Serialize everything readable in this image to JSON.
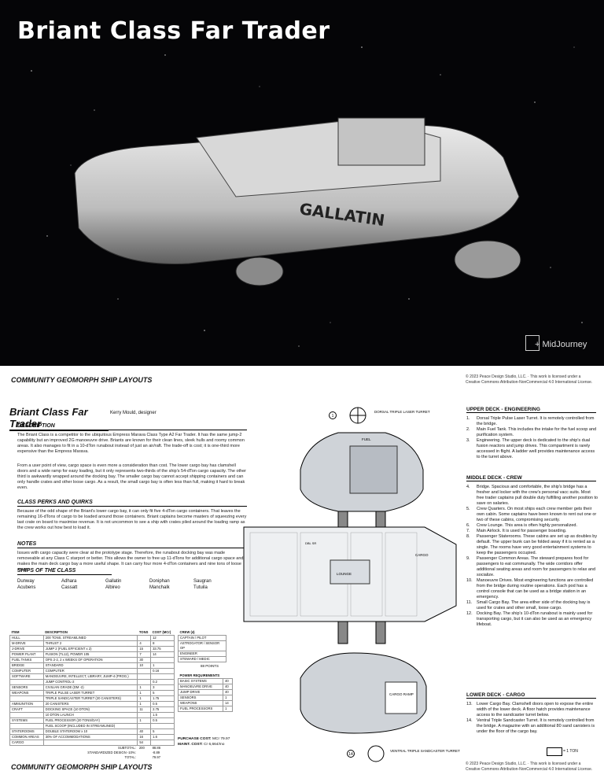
{
  "hero": {
    "title": "Briant Class Far Trader",
    "credit": "+ MidJourney",
    "hull_name": "GALLATIN"
  },
  "footer": {
    "label": "COMMUNITY GEOMORPH SHIP LAYOUTS",
    "copyright_1": "© 2023 Peace Design Studio, LLC. · This work is licensed under a",
    "copyright_2": "Creative Commons Attribution-NonCommercial 4.0 International License."
  },
  "doc": {
    "title": "Briant Class Far Trader",
    "designer": "Kerry Mould, designer",
    "description_h": "DESCRIPTION",
    "description_1": "The Briant Class is a competitor to the ubiquitous Empress Marava Class Type A2 Far Trader. It has the same jump-2 capability but an improved 2G manoeuvre drive. Briants are known for their clean lines, sleek hulls and roomy common areas. It also manages to fit in a 10-dTon runabout instead of just an air/raft. The trade-off is cost; it is one-third more expensive than the Empress Marava.",
    "description_2": "From a user point of view, cargo space is even more a consideration than cost. The lower cargo bay has clamshell doors and a wide ramp for easy loading, but it only represents two-thirds of the ship's 54-dTon cargo capacity. The other third is awkwardly wrapped around the docking bay. The smaller cargo bay cannot accept shipping containers and can only handle crates and other loose cargo. As a result, the small cargo bay is often less than full, making it hard to break even.",
    "perks_h": "CLASS PERKS AND QUIRKS",
    "perks": "Because of the odd shape of the Briant's lower cargo bay, it can only fit five 4-dTon cargo containers. That leaves the remaining 16-dTons of cargo to be loaded around those containers. Briant captains become masters of squeezing every last crate on board to maximise revenue. It is not uncommon to see a ship with crates piled around the loading ramp as the crew works out how best to load it.",
    "notes_h": "NOTES",
    "notes": "Issues with cargo capacity were clear at the prototype stage. Therefore, the runabout docking bay was made removeable at any Class C starport or better. This allows the owner to free up 11-dTons for additional cargo space and makes the main deck cargo bay a more useful shape. It can carry four more 4-dTon containers and nine tons of loose cargo.",
    "ships_h": "SHIPS OF THE CLASS",
    "ships": [
      "Dunway",
      "Adhara",
      "Gallatin",
      "Doniphan",
      "Saugran",
      "Acubens",
      "Cassatt",
      "Albireo",
      "Manchalk",
      "Tutuila"
    ]
  },
  "spec": {
    "headers": [
      "ITEM",
      "DESCRIPTION",
      "TONS",
      "COST (MCr)"
    ],
    "rows": [
      [
        "HULL",
        "200 TONS, STREAMLINED",
        "",
        "12"
      ],
      [
        "M-DRIVE",
        "THRUST 2",
        "4",
        "8"
      ],
      [
        "J-DRIVE",
        "JUMP 2 (FUEL EFFICIENT x 2)",
        "15",
        "33.75"
      ],
      [
        "POWER PLANT",
        "FUSION (TL12), POWER 105",
        "7",
        "14"
      ],
      [
        "FUEL TANKS",
        "OPS 2-2, 2 x WEEKS OF OPERATION",
        "30",
        ""
      ],
      [
        "BRIDGE",
        "STANDARD",
        "10",
        "1"
      ],
      [
        "COMPUTER",
        "COMPUTER",
        "",
        "0.16"
      ],
      [
        "SOFTWARE",
        "MANOEUVRE, INTELLECT, LIBRARY, JUMP-4 (PROG.)",
        "",
        ""
      ],
      [
        "",
        "JUMP CONTROL-2",
        "",
        "0.2"
      ],
      [
        "SENSORS",
        "CIVILIAN GRADE (DM -2)",
        "1",
        "3"
      ],
      [
        "WEAPONS",
        "TRIPLE PULSE LASER TURRET",
        "1",
        "5"
      ],
      [
        "",
        "TRIPLE SANDCASTER TURRET (20 CANISTERS)",
        "1",
        "1.75"
      ],
      [
        "AMMUNITION",
        "20 CANISTERS",
        "1",
        "0.5"
      ],
      [
        "CRAFT",
        "DOCKING SPACE (10 DTON)",
        "11",
        "2.75"
      ],
      [
        "",
        "10 DTON LAUNCH",
        "",
        "1.5"
      ],
      [
        "SYSTEMS",
        "FUEL PROCESSOR (20 TONS/DAY)",
        "1",
        "0.5"
      ],
      [
        "",
        "FUEL SCOOP (INCLUDED IN STREAMLINED)",
        "",
        ""
      ],
      [
        "STATEROOMS",
        "DOUBLE STATEROOM x 10",
        "40",
        "5"
      ],
      [
        "COMMON AREAS",
        "30% OF ACCOMMODATIONS",
        "16",
        "1.6"
      ],
      [
        "CARGO",
        "",
        "54",
        ""
      ]
    ],
    "subtotal_label": "SUBTOTAL:",
    "subtotal_tons": "200",
    "subtotal_cost": "88.86",
    "discount_label": "STANDARDIZED DESIGN -10%:",
    "discount_cost": "-8.89",
    "total_label": "TOTAL:",
    "total_cost": "79.97"
  },
  "crew": {
    "header": "CREW (4)",
    "rows": [
      "CAPTAIN / PILOT",
      "ASTROGATOR / SENSOR OP",
      "ENGINEER",
      "STEWARD / MEDIC"
    ]
  },
  "points": "88 POINTS",
  "power": {
    "header": "POWER REQUIREMENTS",
    "rows": [
      [
        "BASIC SYSTEMS",
        "40"
      ],
      [
        "MANOEUVRE DRIVE",
        "40"
      ],
      [
        "JUMP DRIVE",
        "40"
      ],
      [
        "SENSORS",
        "1"
      ],
      [
        "WEAPONS",
        "14"
      ],
      [
        "FUEL PROCESSORS",
        "1"
      ]
    ]
  },
  "cost": {
    "purchase_label": "PURCHASE COST:",
    "purchase": "MCr 79.97",
    "maint_label": "MAINT. COST:",
    "maint": "Cr 6,664/mo"
  },
  "plans": {
    "dorsal": "DORSAL TRIPLE LASER TURRET",
    "ventral": "VENTRAL TRIPLE SANDCASTER TURRET",
    "fuel": "FUEL",
    "cargo": "CARGO",
    "cargo_ramp": "CARGO RAMP",
    "lounge": "LOUNGE",
    "dbl_sr": "DBL SR",
    "ton": "= 1 TON"
  },
  "right": {
    "upper_h": "UPPER DECK - ENGINEERING",
    "upper": [
      [
        "1.",
        "Dorsal Triple Pulse Laser Turret. It is remotely controlled from the bridge."
      ],
      [
        "2.",
        "Main Fuel Tank. This includes the intake for the fuel scoop and purification system."
      ],
      [
        "3.",
        "Engineering. The upper deck is dedicated to the ship's dual fusion reactors and jump drives. This compartment is rarely accessed in flight. A ladder well provides maintenance access to the turret above."
      ]
    ],
    "middle_h": "MIDDLE DECK - CREW",
    "middle": [
      [
        "4.",
        "Bridge. Spacious and comfortable, the ship's bridge has a fresher and locker with the crew's personal vacc suits. Most free trader captains pull double duty fulfilling another position to save on salaries."
      ],
      [
        "5.",
        "Crew Quarters. On most ships each crew member gets their own cabin. Some captains have been known to rent out one or two of these cabins, compromising security."
      ],
      [
        "6.",
        "Crew Lounge. This area is often highly personalized."
      ],
      [
        "7.",
        "Main Airlock. It is used for passenger boarding."
      ],
      [
        "8.",
        "Passenger Staterooms. These cabins are set up as doubles by default. The upper bunk can be folded away if it is rented as a single. The rooms have very good entertainment systems to keep the passengers occupied."
      ],
      [
        "9.",
        "Passenger Common Areas. The steward prepares food for passengers to eat communally. The wide corridors offer additional seating areas and room for passengers to relax and socialize."
      ],
      [
        "10.",
        "Manoeuvre Drives. Most engineering functions are controlled from the bridge during routine operations. Each pod has a control console that can be used as a bridge station in an emergency."
      ],
      [
        "11.",
        "Small Cargo Bay. The area either side of the docking bay is used for crates and other small, loose cargo."
      ],
      [
        "12.",
        "Docking Bay. The ship's 10-dTon runabout is mainly used for transporting cargo, but it can also be used as an emergency lifeboat."
      ]
    ],
    "lower_h": "LOWER DECK - CARGO",
    "lower": [
      [
        "13.",
        "Lower Cargo Bay. Clamshell doors open to expose the entire width of the lower deck. A floor hatch provides maintenance access to the sandcaster turret below."
      ],
      [
        "14.",
        "Ventral Triple Sandcaster Turret. It is remotely controlled from the bridge. A magazine with an additional 80 sand canisters is under the floor of the cargo bay."
      ]
    ]
  }
}
